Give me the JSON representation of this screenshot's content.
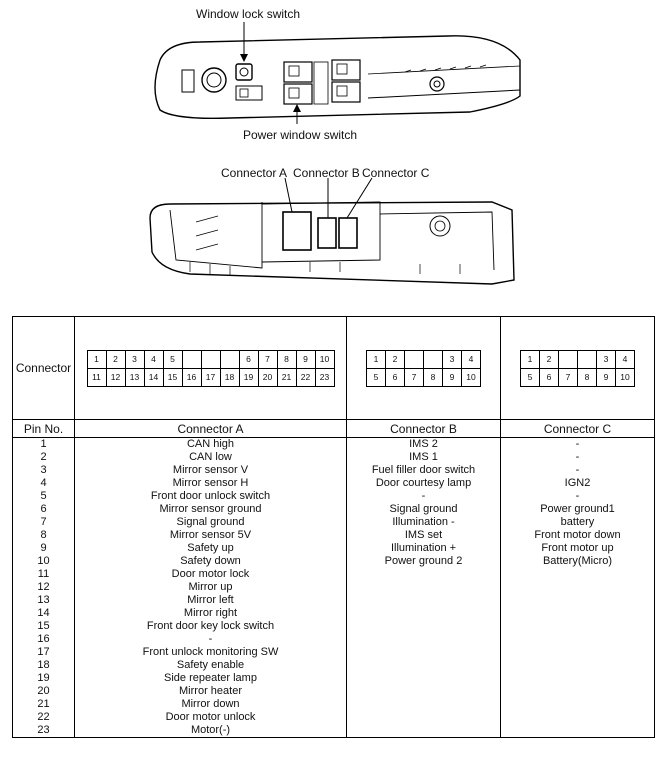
{
  "figure": {
    "labels": {
      "window_lock_switch": "Window lock switch",
      "power_window_switch": "Power window switch",
      "connector_a": "Connector A",
      "connector_b": "Connector B",
      "connector_c": "Connector C"
    }
  },
  "table": {
    "connector_header": "Connector",
    "pin_no_header": "Pin No.",
    "columns": [
      "Connector A",
      "Connector B",
      "Connector C"
    ],
    "connector_a_pins": {
      "top": [
        "1",
        "2",
        "3",
        "4",
        "5",
        "",
        "",
        "",
        "6",
        "7",
        "8",
        "9",
        "10"
      ],
      "bottom": [
        "11",
        "12",
        "13",
        "14",
        "15",
        "16",
        "17",
        "18",
        "19",
        "20",
        "21",
        "22",
        "23"
      ]
    },
    "connector_b_pins": {
      "top": [
        "1",
        "2",
        "",
        "",
        "3",
        "4"
      ],
      "bottom": [
        "5",
        "6",
        "7",
        "8",
        "9",
        "10"
      ]
    },
    "connector_c_pins": {
      "top": [
        "1",
        "2",
        "",
        "",
        "3",
        "4"
      ],
      "bottom": [
        "5",
        "6",
        "7",
        "8",
        "9",
        "10"
      ]
    },
    "rows": [
      {
        "pin": "1",
        "a": "CAN high",
        "b": "IMS 2",
        "c": "-"
      },
      {
        "pin": "2",
        "a": "CAN low",
        "b": "IMS 1",
        "c": "-"
      },
      {
        "pin": "3",
        "a": "Mirror sensor V",
        "b": "Fuel filler door switch",
        "c": "-"
      },
      {
        "pin": "4",
        "a": "Mirror sensor H",
        "b": "Door courtesy lamp",
        "c": "IGN2"
      },
      {
        "pin": "5",
        "a": "Front door unlock switch",
        "b": "-",
        "c": "-"
      },
      {
        "pin": "6",
        "a": "Mirror sensor ground",
        "b": "Signal ground",
        "c": "Power ground1"
      },
      {
        "pin": "7",
        "a": "Signal ground",
        "b": "Illumination -",
        "c": "battery"
      },
      {
        "pin": "8",
        "a": "Mirror sensor 5V",
        "b": "IMS set",
        "c": "Front motor down"
      },
      {
        "pin": "9",
        "a": "Safety up",
        "b": "Illumination +",
        "c": "Front motor up"
      },
      {
        "pin": "10",
        "a": "Safety down",
        "b": "Power ground 2",
        "c": "Battery(Micro)"
      },
      {
        "pin": "11",
        "a": "Door motor lock",
        "b": "",
        "c": ""
      },
      {
        "pin": "12",
        "a": "Mirror up",
        "b": "",
        "c": ""
      },
      {
        "pin": "13",
        "a": "Mirror left",
        "b": "",
        "c": ""
      },
      {
        "pin": "14",
        "a": "Mirror right",
        "b": "",
        "c": ""
      },
      {
        "pin": "15",
        "a": "Front door key lock switch",
        "b": "",
        "c": ""
      },
      {
        "pin": "16",
        "a": "-",
        "b": "",
        "c": ""
      },
      {
        "pin": "17",
        "a": "Front unlock monitoring SW",
        "b": "",
        "c": ""
      },
      {
        "pin": "18",
        "a": "Safety enable",
        "b": "",
        "c": ""
      },
      {
        "pin": "19",
        "a": "Side repeater lamp",
        "b": "",
        "c": ""
      },
      {
        "pin": "20",
        "a": "Mirror heater",
        "b": "",
        "c": ""
      },
      {
        "pin": "21",
        "a": "Mirror down",
        "b": "",
        "c": ""
      },
      {
        "pin": "22",
        "a": "Door motor unlock",
        "b": "",
        "c": ""
      },
      {
        "pin": "23",
        "a": "Motor(-)",
        "b": "",
        "c": ""
      }
    ]
  }
}
